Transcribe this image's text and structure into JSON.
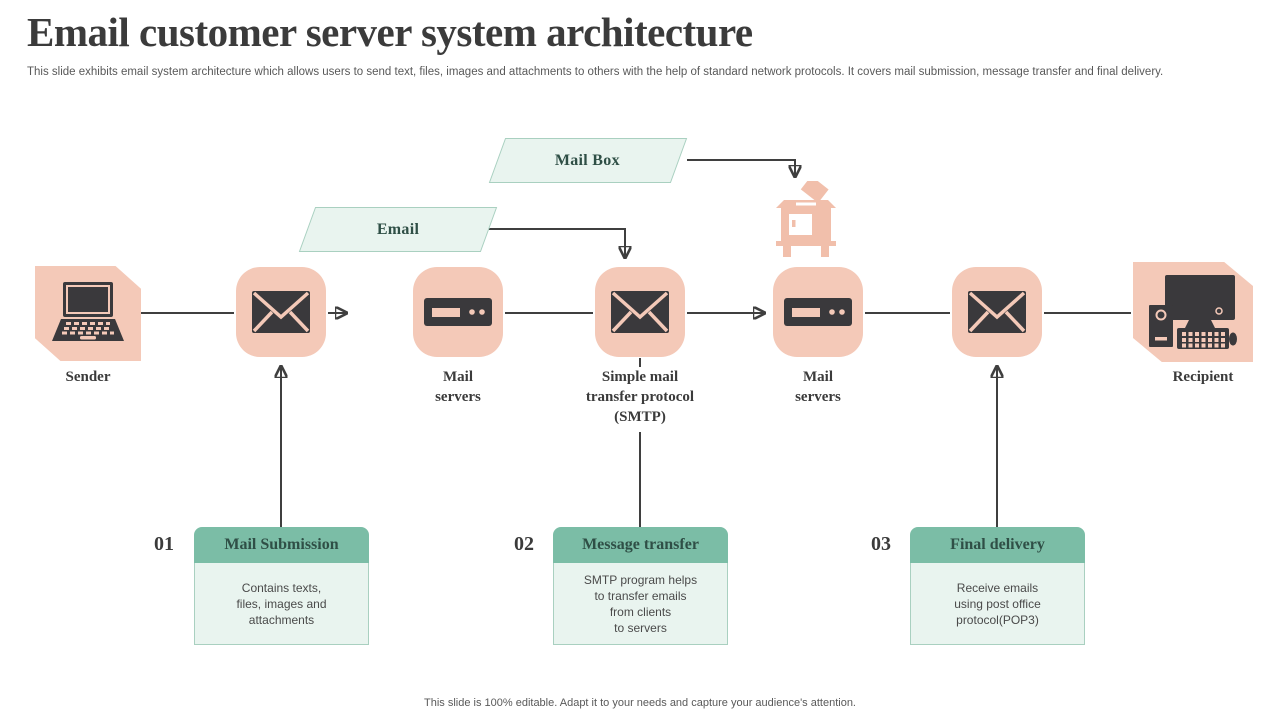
{
  "slide": {
    "title": "Email customer server system architecture",
    "subtitle": "This slide exhibits email system architecture which allows users to send text, files, images and attachments to others with the help of standard network protocols. It covers mail submission, message transfer and final delivery.",
    "footer": "This slide is 100% editable. Adapt it to your needs and capture your audience's attention."
  },
  "flow": {
    "mail_box_tag": "Mail Box",
    "email_tag": "Email",
    "sender_label": "Sender",
    "mail_servers_left_label": "Mail\nservers",
    "smtp_label": "Simple mail\ntransfer protocol\n(SMTP)",
    "mail_servers_right_label": "Mail\nservers",
    "recipient_label": "Recipient",
    "icons": {
      "sender": "laptop-icon",
      "mail_submission": "envelope-icon",
      "mail_servers_left": "server-icon",
      "smtp": "envelope-icon",
      "mail_box": "mailbox-drop-icon",
      "mail_servers_right": "server-icon",
      "final_delivery": "envelope-icon",
      "recipient": "desktop-computer-icon"
    }
  },
  "steps": [
    {
      "number": "01",
      "title": "Mail Submission",
      "description": "Contains texts,\nfiles, images and\nattachments"
    },
    {
      "number": "02",
      "title": "Message transfer",
      "description": "SMTP program helps\nto transfer emails\nfrom clients\nto servers"
    },
    {
      "number": "03",
      "title": "Final delivery",
      "description": "Receive emails\nusing post office\nprotocol(POP3)"
    }
  ],
  "colors": {
    "salmon": "#f4c9b8",
    "salmon_light": "#f1bfab",
    "icon_dark": "#3a393c",
    "teal_header": "#7bbda6",
    "mint_bg": "#e9f4ef",
    "mint_border": "#a9d0c0",
    "arrow": "#3f3f3f",
    "title_text": "#3b3b3b",
    "body_text": "#4a4a4a",
    "muted_text": "#595959",
    "heading_teal": "#2f4f46"
  }
}
